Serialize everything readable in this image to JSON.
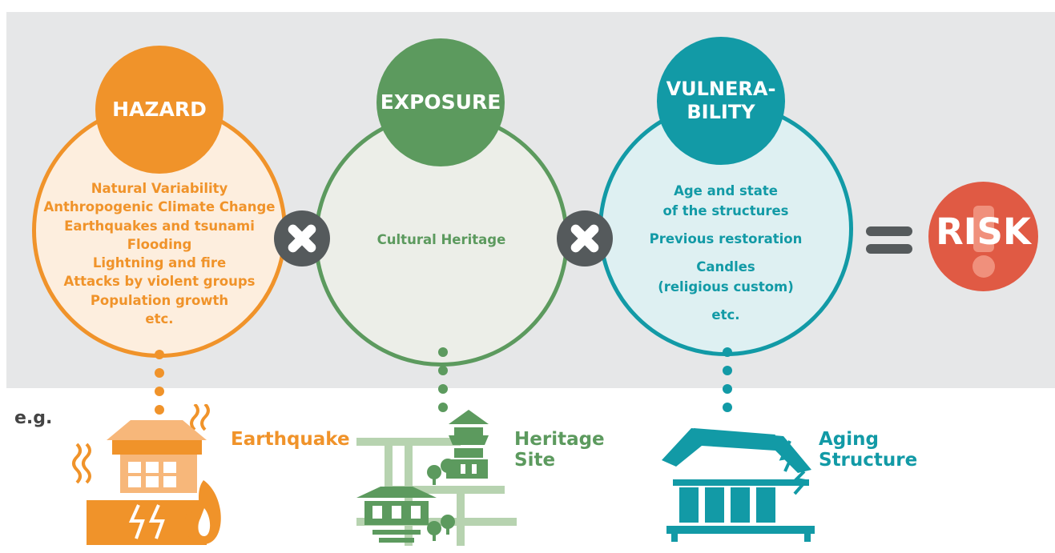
{
  "colors": {
    "hazard": "#f0932a",
    "exposure": "#5c9a5e",
    "vulnerability": "#129aa6",
    "operator": "#555a5c",
    "risk": "#e05a44",
    "panel": "#e6e7e8"
  },
  "hazard": {
    "title": "HAZARD",
    "items": [
      "Natural Variability",
      "Anthropogenic Climate Change",
      "Earthquakes and tsunami",
      "Flooding",
      "Lightning and fire",
      "Attacks by violent groups",
      "Population growth",
      "etc."
    ]
  },
  "exposure": {
    "title": "EXPOSURE",
    "items": [
      "Cultural Heritage"
    ]
  },
  "vulnerability": {
    "title": "VULNERA-\nBILITY",
    "items": [
      "Age and state",
      "of the structures",
      "Previous restoration",
      "Candles",
      "(religious custom)",
      "etc."
    ]
  },
  "operators": {
    "multiply_icon": "times-icon",
    "equals_icon": "equals-icon"
  },
  "result": {
    "title": "RISK",
    "icon": "exclamation-icon"
  },
  "examples": {
    "label": "e.g.",
    "hazard_caption": "Earthquake",
    "exposure_caption": "Heritage\nSite",
    "vulnerability_caption": "Aging\nStructure"
  }
}
